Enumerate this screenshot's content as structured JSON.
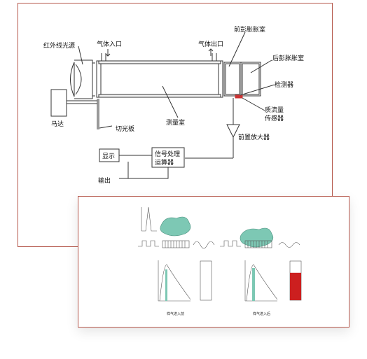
{
  "schematic": {
    "labels": {
      "ir_source": "红外线光源",
      "gas_inlet": "气体入口",
      "gas_outlet": "气体出口",
      "front_expansion": "前彭胀胀室",
      "rear_expansion": "后彭胀胀室",
      "detector": "检测器",
      "mass_flow_sensor_1": "质流量",
      "mass_flow_sensor_2": "传感器",
      "motor": "马达",
      "chopper": "切光板",
      "measuring_chamber": "测量室",
      "preamplifier": "前置放大器",
      "display": "显示",
      "processor_1": "信号处理",
      "processor_2": "运算器",
      "output": "输出"
    },
    "colors": {
      "frame": "#b5574b",
      "line": "#333333",
      "fill": "#f2f2f2"
    }
  },
  "principle": {
    "left": {
      "caption": "样气进入前"
    },
    "right": {
      "caption": "样气进入后"
    },
    "colors": {
      "gas": "#7dc8b4",
      "peak": "#7dc8b4",
      "bar_fill": "#cc1f1f"
    },
    "bar_level_left": 0,
    "bar_level_right": 0.7
  }
}
